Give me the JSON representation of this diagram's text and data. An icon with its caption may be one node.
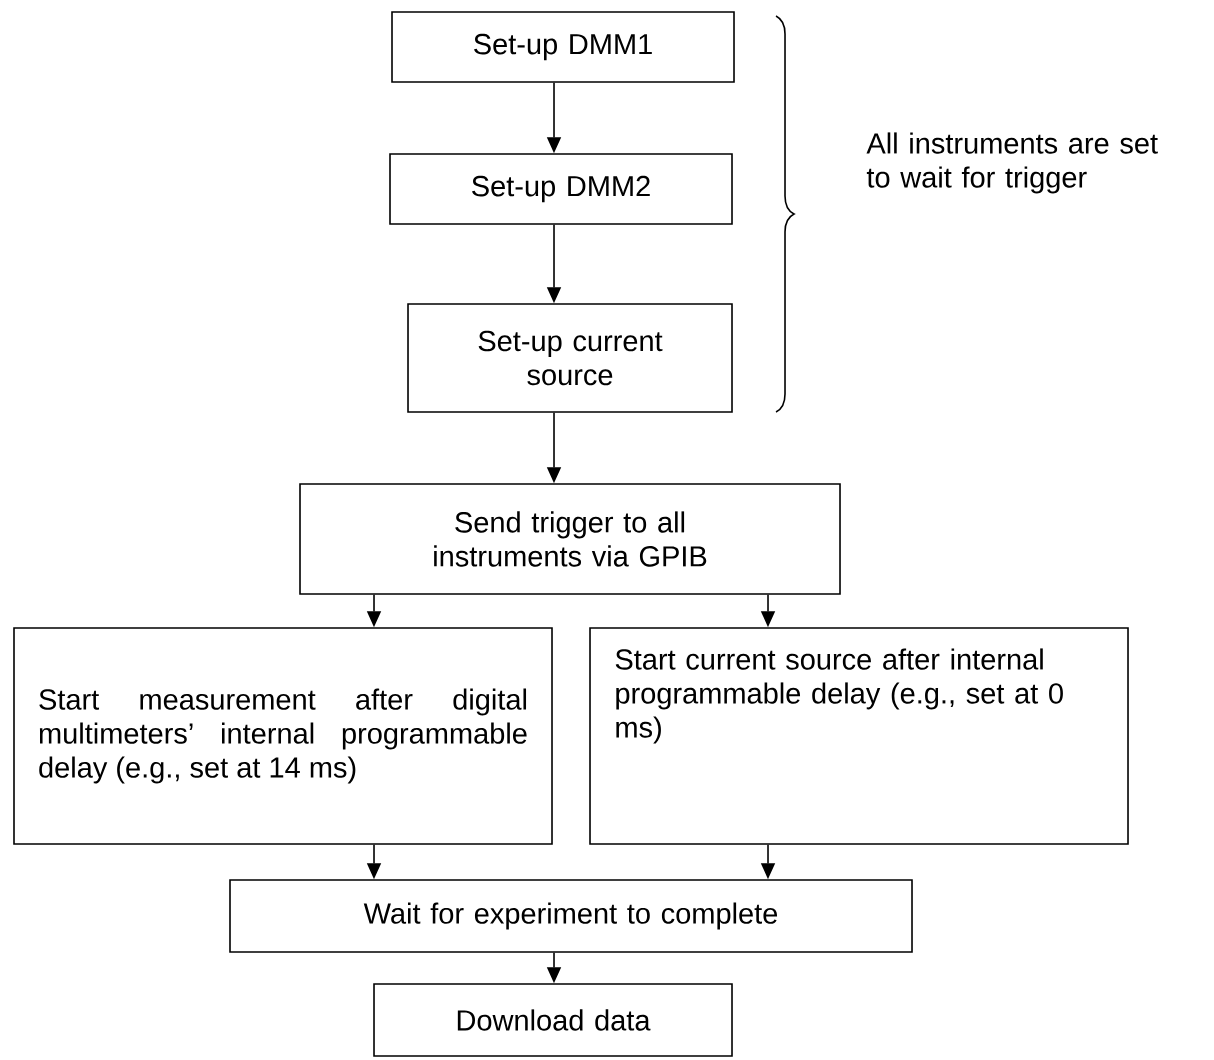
{
  "diagram": {
    "nodes": [
      {
        "text": [
          "Set-up DMM1"
        ]
      },
      {
        "text": [
          "Set-up DMM2"
        ]
      },
      {
        "text": [
          "Set-up current source"
        ]
      },
      {
        "text": [
          "Send trigger to all instruments via GPIB"
        ]
      },
      {
        "text": [
          "Start measurement after digital multimeters’ internal programmable delay (e.g., set at 14 ms)"
        ]
      },
      {
        "text": [
          "Start current source after internal programmable delay (e.g., set at 0 ms)"
        ]
      },
      {
        "text": [
          "Wait for experiment to complete"
        ]
      },
      {
        "text": [
          "Download data"
        ]
      }
    ],
    "edges": [
      {
        "from": 0,
        "to": 1,
        "arrow": "to"
      },
      {
        "from": 1,
        "to": 2,
        "arrow": "to"
      },
      {
        "from": 2,
        "to": 3,
        "arrow": "to"
      },
      {
        "from": 3,
        "to": 4,
        "arrow": "to"
      },
      {
        "from": 3,
        "to": 5,
        "arrow": "to"
      },
      {
        "from": 4,
        "to": 6,
        "arrow": "to"
      },
      {
        "from": 5,
        "to": 6,
        "arrow": "to"
      },
      {
        "from": 6,
        "to": 7,
        "arrow": "to"
      }
    ],
    "labels": [
      "All instruments are set to wait for trigger"
    ]
  }
}
